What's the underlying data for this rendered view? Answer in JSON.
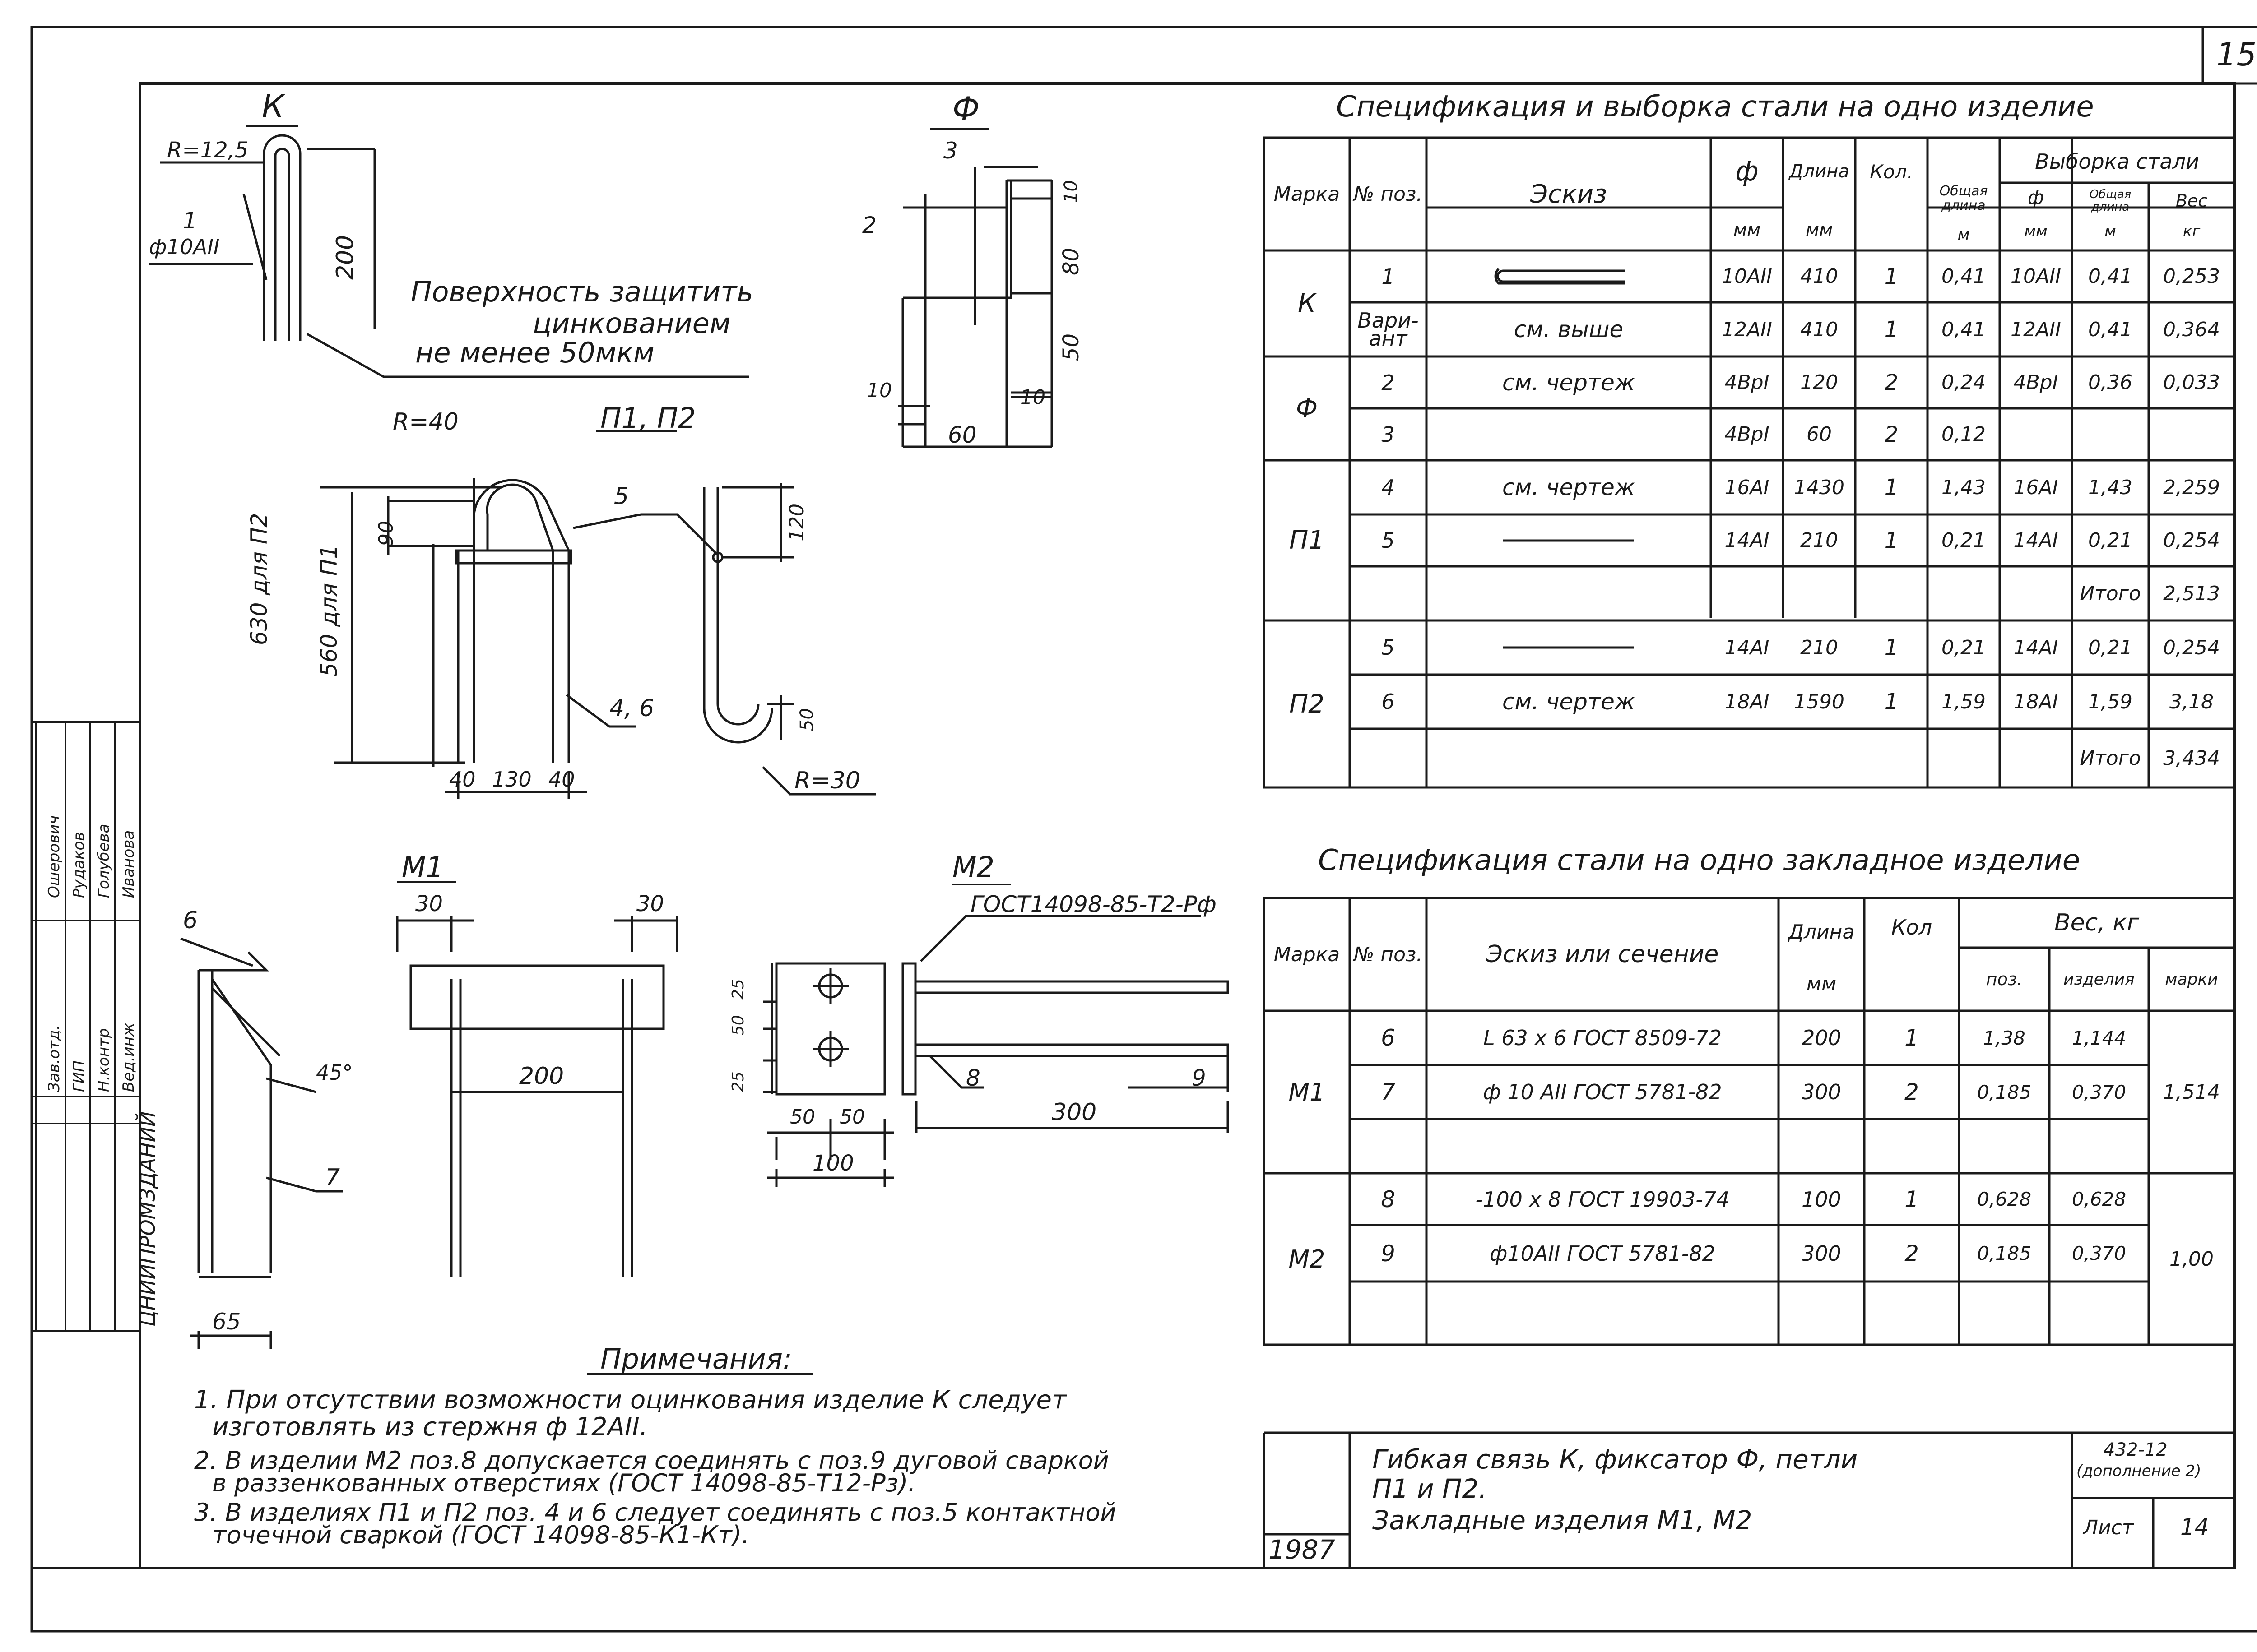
{
  "sheet": {
    "page_number": "15",
    "title_block": {
      "year": "1987",
      "title_line1": "Гибкая связь К, фиксатор Ф, петли",
      "title_line2": "П1 и П2.",
      "title_line3": "Закладные изделия М1, М2",
      "series": "432-12",
      "supplement": "(дополнение 2)",
      "sheet_label": "Лист",
      "sheet_number": "14"
    },
    "side_stamp": {
      "org": "ЦНИИПРОМЗДАНИЙ",
      "roles": [
        "Зав.отд.",
        "ГИП",
        "Н.контр",
        "Вед.инж"
      ],
      "names": [
        "Ошерович",
        "Рудаков",
        "Голубева",
        "Иванова"
      ]
    }
  },
  "table1": {
    "title": "Спецификация и выборка стали на одно изделие",
    "headers": {
      "marka": "Марка",
      "pos": "№ поз.",
      "sketch": "Эскиз",
      "phi": "ф",
      "phi_unit": "мм",
      "length": "Длина",
      "length_unit": "мм",
      "qty": "Кол.",
      "total_len": "Общая длина",
      "total_len_unit": "м",
      "selection": "Выборка стали",
      "sel_phi": "ф",
      "sel_phi_unit": "мм",
      "sel_len": "Общая длина",
      "sel_len_unit": "м",
      "sel_weight": "Вес",
      "sel_weight_unit": "кг"
    },
    "rows": [
      {
        "marka": "К",
        "pos": "1",
        "sketch": "",
        "phi": "10АII",
        "len": "410",
        "qty": "1",
        "tl": "0,41",
        "sphi": "10АII",
        "sl": "0,41",
        "w": "0,253"
      },
      {
        "marka": "",
        "pos": "Вари-ант",
        "sketch": "см. выше",
        "phi": "12АII",
        "len": "410",
        "qty": "1",
        "tl": "0,41",
        "sphi": "12АII",
        "sl": "0,41",
        "w": "0,364"
      },
      {
        "marka": "Ф",
        "pos": "2",
        "sketch": "см. чертеж",
        "phi": "4BpI",
        "len": "120",
        "qty": "2",
        "tl": "0,24",
        "sphi": "4BpI",
        "sl": "0,36",
        "w": "0,033"
      },
      {
        "marka": "",
        "pos": "3",
        "sketch": "",
        "phi": "4BpI",
        "len": "60",
        "qty": "2",
        "tl": "0,12",
        "sphi": "",
        "sl": "",
        "w": ""
      },
      {
        "marka": "",
        "pos": "4",
        "sketch": "см. чертеж",
        "phi": "16AI",
        "len": "1430",
        "qty": "1",
        "tl": "1,43",
        "sphi": "16AI",
        "sl": "1,43",
        "w": "2,259"
      },
      {
        "marka": "П1",
        "pos": "5",
        "sketch": "",
        "phi": "14AI",
        "len": "210",
        "qty": "1",
        "tl": "0,21",
        "sphi": "14AI",
        "sl": "0,21",
        "w": "0,254"
      },
      {
        "marka": "",
        "pos": "",
        "sketch": "",
        "phi": "",
        "len": "",
        "qty": "",
        "tl": "",
        "sphi": "",
        "sl": "Итого",
        "w": "2,513"
      },
      {
        "marka": "",
        "pos": "5",
        "sketch": "",
        "phi": "14AI",
        "len": "210",
        "qty": "1",
        "tl": "0,21",
        "sphi": "14AI",
        "sl": "0,21",
        "w": "0,254"
      },
      {
        "marka": "П2",
        "pos": "6",
        "sketch": "см. чертеж",
        "phi": "18AI",
        "len": "1590",
        "qty": "1",
        "tl": "1,59",
        "sphi": "18AI",
        "sl": "1,59",
        "w": "3,18"
      },
      {
        "marka": "",
        "pos": "",
        "sketch": "",
        "phi": "",
        "len": "",
        "qty": "",
        "tl": "",
        "sphi": "",
        "sl": "Итого",
        "w": "3,434"
      }
    ]
  },
  "table2": {
    "title": "Спецификация стали на одно закладное изделие",
    "headers": {
      "marka": "Марка",
      "pos": "№ поз.",
      "sketch": "Эскиз или сечение",
      "length": "Длина",
      "length_unit": "мм",
      "qty": "Кол",
      "weight": "Вес, кг",
      "w_pos": "поз.",
      "w_items": "изделия",
      "w_marks": "марки"
    },
    "rows": [
      {
        "marka": "",
        "pos": "6",
        "sketch": "L 63 x 6 ГОСТ 8509-72",
        "len": "200",
        "qty": "1",
        "wp": "1,38",
        "wi": "1,144",
        "wm": ""
      },
      {
        "marka": "М1",
        "pos": "7",
        "sketch": "ф 10 АII ГОСТ 5781-82",
        "len": "300",
        "qty": "2",
        "wp": "0,185",
        "wi": "0,370",
        "wm": "1,514"
      },
      {
        "marka": "",
        "pos": "",
        "sketch": "",
        "len": "",
        "qty": "",
        "wp": "",
        "wi": "",
        "wm": ""
      },
      {
        "marka": "",
        "pos": "8",
        "sketch": "-100 x 8 ГОСТ 19903-74",
        "len": "100",
        "qty": "1",
        "wp": "0,628",
        "wi": "0,628",
        "wm": ""
      },
      {
        "marka": "М2",
        "pos": "9",
        "sketch": "ф10АII ГОСТ 5781-82",
        "len": "300",
        "qty": "2",
        "wp": "0,185",
        "wi": "0,370",
        "wm": "1,00"
      },
      {
        "marka": "",
        "pos": "",
        "sketch": "",
        "len": "",
        "qty": "",
        "wp": "",
        "wi": "",
        "wm": ""
      }
    ]
  },
  "drawings": {
    "K": {
      "title": "К",
      "radius": "R=12,5",
      "bar_pos": "1",
      "bar": "ф10АII",
      "height": "200",
      "note_line1": "Поверхность защитить",
      "note_line2": "цинкованием",
      "note_line3": "не менее 50мкм"
    },
    "F": {
      "title": "Ф",
      "pos2": "2",
      "pos3": "3",
      "d10a": "10",
      "d80": "80",
      "d50": "50",
      "d10b": "10",
      "d10c": "10",
      "d60": "60"
    },
    "P": {
      "title": "П1, П2",
      "radius": "R=40",
      "pos5": "5",
      "pos46": "4, 6",
      "d90": "90",
      "d120": "120",
      "d50": "50",
      "radius2": "R=30",
      "len_p2": "630 для П2",
      "len_p1": "560 для П1",
      "w1": "40",
      "w2": "130",
      "w3": "40"
    },
    "angle": {
      "pos6": "6",
      "pos7": "7",
      "angle": "45°",
      "width": "65"
    },
    "M1": {
      "title": "М1",
      "d30a": "30",
      "d30b": "30",
      "d200": "200"
    },
    "M2": {
      "title": "М2",
      "weld": "ГОСТ14098-85-Т2-Рф",
      "d25a": "25",
      "d50": "50",
      "d25b": "25",
      "d50a": "50",
      "d50b": "50",
      "d100": "100",
      "pos8": "8",
      "pos9": "9",
      "d300": "300"
    }
  },
  "notes": {
    "title": "Примечания:",
    "lines": [
      "1. При отсутствии возможности оцинкования изделие К следует",
      "изготовлять из стержня ф 12АII.",
      "2. В изделии М2 поз.8 допускается соединять с поз.9 дуговой сваркой",
      "в раззенкованных отверстиях (ГОСТ 14098-85-Т12-Рз).",
      "3. В изделиях П1 и П2 поз. 4 и 6 следует соединять с поз.5 контактной",
      "точечной сваркой (ГОСТ 14098-85-К1-Кт)."
    ]
  }
}
